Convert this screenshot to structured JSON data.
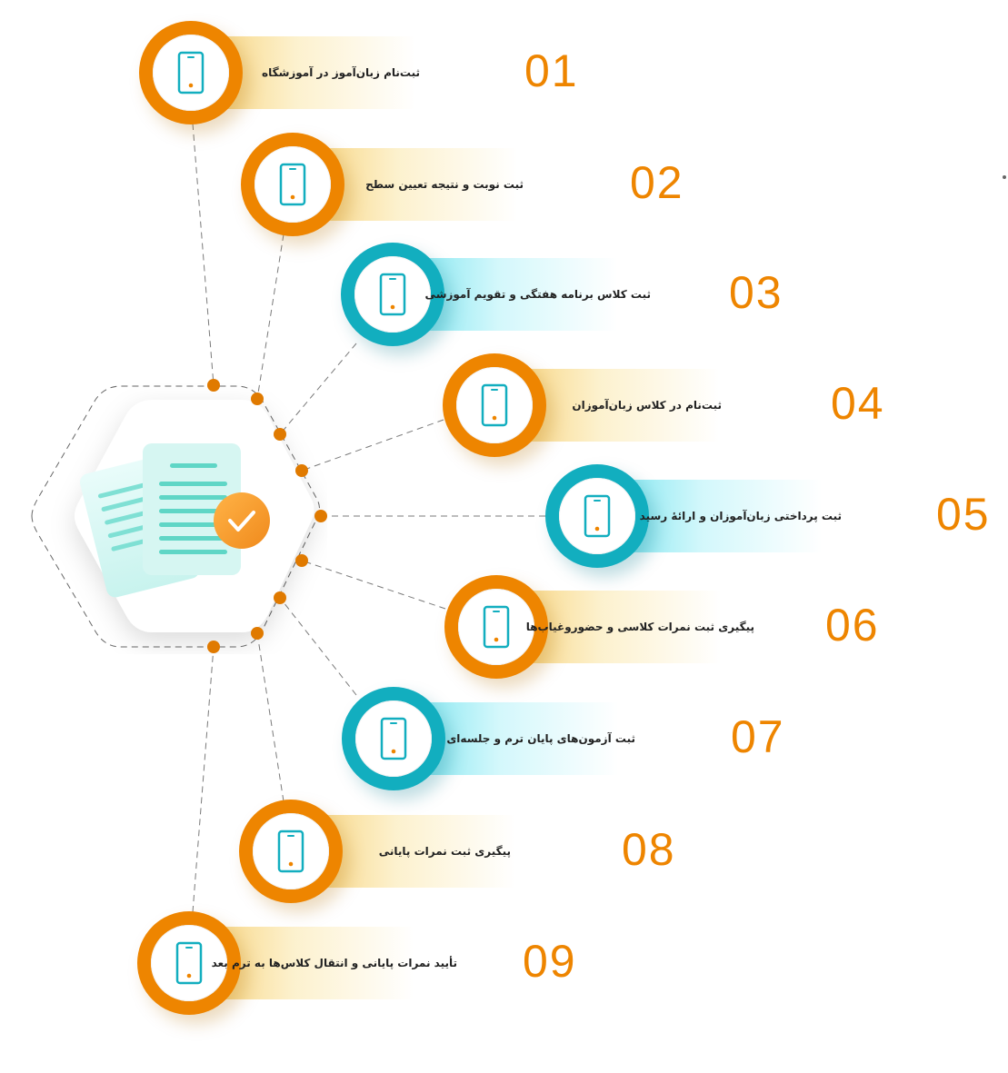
{
  "colors": {
    "orange": "#ee8500",
    "teal": "#12aebf",
    "dot": "#e07a00",
    "line": "#7a7a7a"
  },
  "hub": {
    "icon": "documents-check-icon"
  },
  "steps": [
    {
      "number": "01",
      "label": "ثبت‌نام زبان‌آموز در آموزشگاه",
      "color": "orange",
      "icon": "phone-icon"
    },
    {
      "number": "02",
      "label": "ثبت نوبت و نتیجه تعیین سطح",
      "color": "orange",
      "icon": "phone-icon"
    },
    {
      "number": "03",
      "label": "ثبت کلاس برنامه هفتگی و تقویم آموزشی",
      "color": "teal",
      "icon": "phone-icon"
    },
    {
      "number": "04",
      "label": "ثبت‌نام در کلاس زبان‌آموزان",
      "color": "orange",
      "icon": "phone-icon"
    },
    {
      "number": "05",
      "label": "ثبت پرداختی زبان‌آموزان و ارائهٔ رسید",
      "color": "teal",
      "icon": "phone-icon"
    },
    {
      "number": "06",
      "label": "پیگیری ثبت نمرات کلاسی و حضوروغیاب‌ها",
      "color": "orange",
      "icon": "phone-icon"
    },
    {
      "number": "07",
      "label": "ثبت آزمون‌های پایان ترم و جلسه‌ای",
      "color": "teal",
      "icon": "phone-icon"
    },
    {
      "number": "08",
      "label": "پیگیری ثبت نمرات پایانی",
      "color": "orange",
      "icon": "phone-icon"
    },
    {
      "number": "09",
      "label": "تأیید نمرات پایانی و انتقال کلاس‌ها به ترم بعد",
      "color": "orange",
      "icon": "phone-icon"
    }
  ]
}
